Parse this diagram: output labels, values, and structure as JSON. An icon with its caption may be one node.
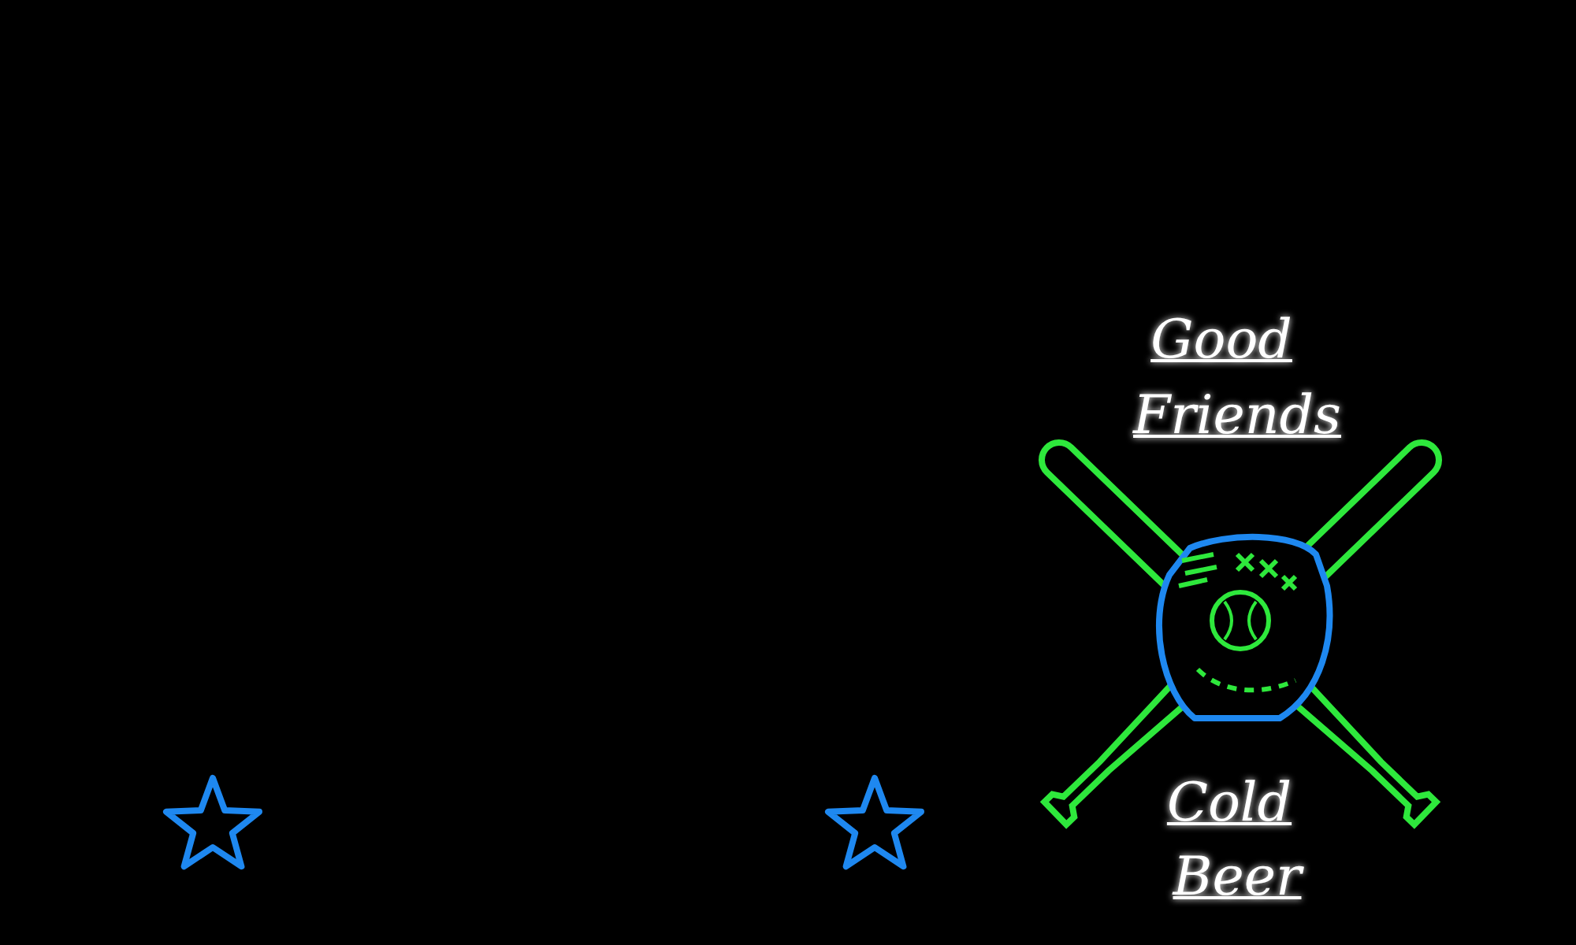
{
  "diagram": {
    "labels": [
      "Good",
      "Friends",
      "Cold",
      "Beer"
    ]
  }
}
